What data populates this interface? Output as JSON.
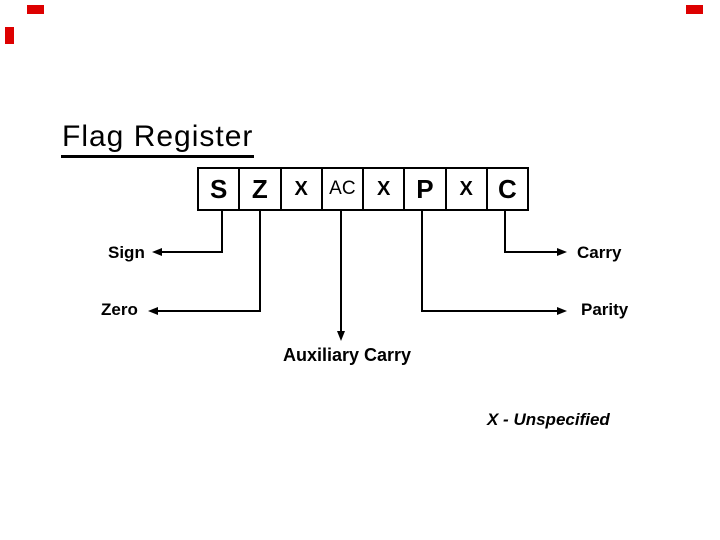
{
  "slide": {
    "title": "Flag Register",
    "note": "X - Unspecified"
  },
  "register": {
    "cells": [
      {
        "label": "S",
        "meaning": "Sign"
      },
      {
        "label": "Z",
        "meaning": "Zero"
      },
      {
        "label": "X",
        "meaning": "Unspecified"
      },
      {
        "label": "AC",
        "meaning": "Auxiliary Carry"
      },
      {
        "label": "X",
        "meaning": "Unspecified"
      },
      {
        "label": "P",
        "meaning": "Parity"
      },
      {
        "label": "X",
        "meaning": "Unspecified"
      },
      {
        "label": "C",
        "meaning": "Carry"
      }
    ]
  },
  "labels": {
    "sign": "Sign",
    "zero": "Zero",
    "carry": "Carry",
    "parity": "Parity",
    "aux": "Auxiliary Carry"
  },
  "colors": {
    "ink": "#000000",
    "accent_red": "#dd0000",
    "background": "#ffffff"
  }
}
